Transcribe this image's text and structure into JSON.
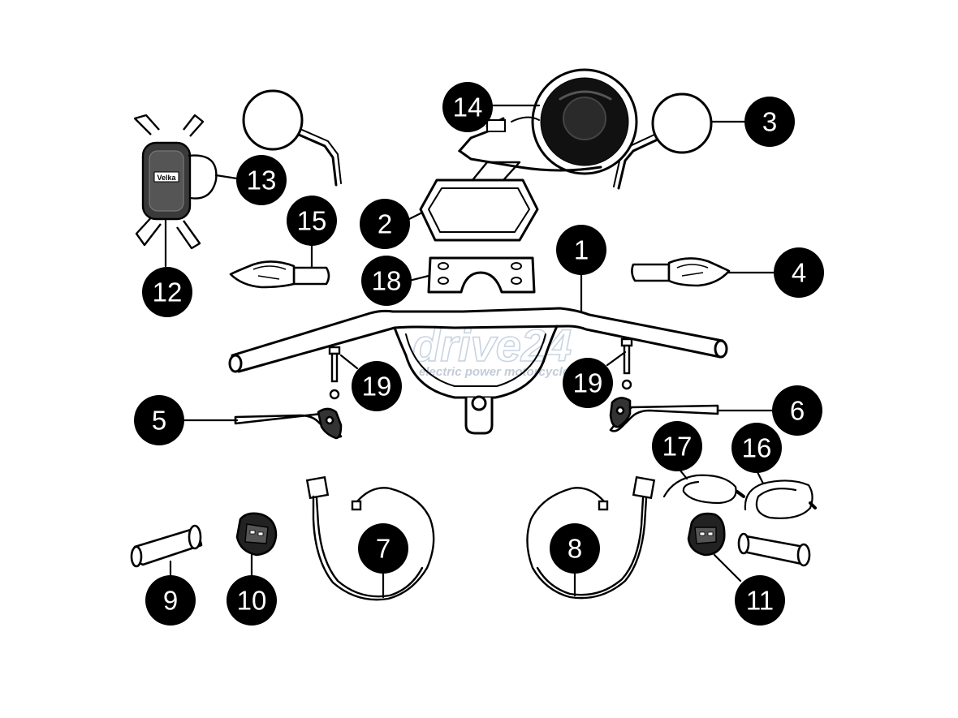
{
  "diagram": {
    "watermark": {
      "brand": "drive24",
      "tagline": "electric power motorcycle"
    },
    "vendor_logo_text": "Velka",
    "parts": [
      {
        "id": "1",
        "name": "handlebar"
      },
      {
        "id": "2",
        "name": "display-bezel"
      },
      {
        "id": "3",
        "name": "right-mirror"
      },
      {
        "id": "4",
        "name": "right-indicator"
      },
      {
        "id": "5",
        "name": "left-brake-lever"
      },
      {
        "id": "6",
        "name": "right-brake-lever"
      },
      {
        "id": "7",
        "name": "left-switch-harness"
      },
      {
        "id": "8",
        "name": "right-switch-harness"
      },
      {
        "id": "9",
        "name": "left-grip"
      },
      {
        "id": "10",
        "name": "left-switch-block"
      },
      {
        "id": "11",
        "name": "right-switch-block"
      },
      {
        "id": "12",
        "name": "phone-holder"
      },
      {
        "id": "13",
        "name": "phone-holder-strap"
      },
      {
        "id": "14",
        "name": "headlight"
      },
      {
        "id": "15",
        "name": "left-indicator"
      },
      {
        "id": "16",
        "name": "brake-cable-right"
      },
      {
        "id": "17",
        "name": "brake-cable-left"
      },
      {
        "id": "18",
        "name": "mounting-plate"
      },
      {
        "id": "19",
        "name": "riser-bolt"
      }
    ],
    "callouts": [
      {
        "label": "1"
      },
      {
        "label": "2"
      },
      {
        "label": "3"
      },
      {
        "label": "4"
      },
      {
        "label": "5"
      },
      {
        "label": "6"
      },
      {
        "label": "7"
      },
      {
        "label": "8"
      },
      {
        "label": "9"
      },
      {
        "label": "10"
      },
      {
        "label": "11"
      },
      {
        "label": "12"
      },
      {
        "label": "13"
      },
      {
        "label": "14"
      },
      {
        "label": "15"
      },
      {
        "label": "16"
      },
      {
        "label": "17"
      },
      {
        "label": "18"
      },
      {
        "label": "19"
      },
      {
        "label": "19"
      }
    ]
  }
}
